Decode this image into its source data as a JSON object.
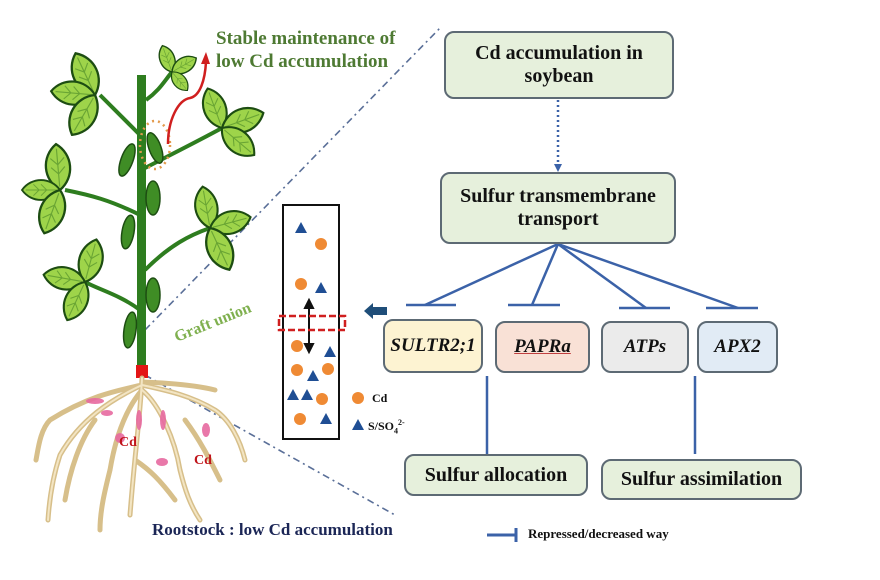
{
  "title_annotation": {
    "line1": "Stable maintenance of",
    "line2": "low Cd accumulation"
  },
  "plant": {
    "graft_union_label": "Graft union",
    "rootstock_label": "Rootstock : low Cd accumulation",
    "root_cd_labels": [
      "Cd",
      "Cd"
    ]
  },
  "membrane_panel": {
    "legend": [
      {
        "symbol": "circle",
        "label": "Cd",
        "color": "#ef8a34"
      },
      {
        "symbol": "triangle",
        "label": "S/SO",
        "sub": "4",
        "sup": "2-",
        "color": "#1f4e94"
      }
    ]
  },
  "flow": {
    "top_box": {
      "line1": "Cd accumulation in",
      "line2": "soybean"
    },
    "mid_box": {
      "line1": "Sulfur transmembrane",
      "line2": "transport"
    },
    "genes": [
      {
        "label": "SULTR2;1",
        "color": "#fdf3d2"
      },
      {
        "label": "PAPRa",
        "color": "#f9e1d6"
      },
      {
        "label": "ATPs",
        "color": "#ebebeb"
      },
      {
        "label": "APX2",
        "color": "#e1ebf5"
      }
    ],
    "outcomes": [
      {
        "label": "Sulfur allocation"
      },
      {
        "label": "Sulfur assimilation"
      }
    ]
  },
  "legend": {
    "repressed_label": "Repressed/decreased way"
  },
  "colors": {
    "box_green": "#e6f0dc",
    "line_blue": "#3b62a8",
    "arrow_navy": "#1f4e79",
    "leaf": "#9ed44a",
    "stem": "#2e7d1f",
    "root": "#e8d4a6",
    "cd_red": "#c0151b",
    "dashed_red": "#d01f1f"
  }
}
